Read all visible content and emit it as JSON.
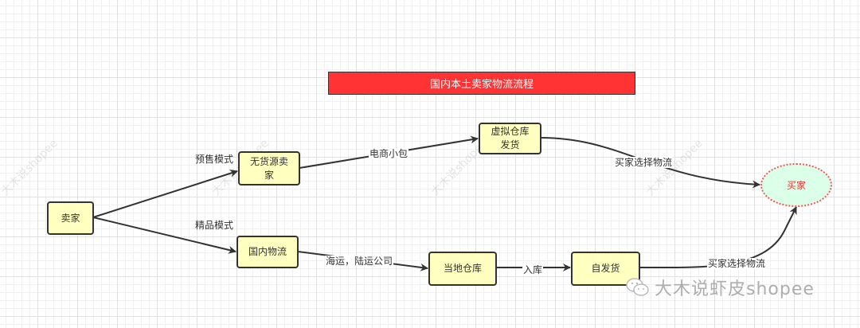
{
  "title": "国内本土卖家物流流程",
  "nodes": {
    "seller": "卖家",
    "dropship_seller": "无货源卖家",
    "domestic_logistics": "国内物流",
    "virtual_warehouse": "虚拟仓库发货",
    "local_warehouse": "当地仓库",
    "self_ship": "自发货",
    "buyer": "买家"
  },
  "edges": {
    "presale": "预售模式",
    "boutique": "精品模式",
    "ecommerce_parcel": "电商小包",
    "shipping_companies": "海运，陆运公司",
    "inbound": "入库",
    "buyer_choice_1": "买家选择物流",
    "buyer_choice_2": "买家选择物流"
  },
  "watermark": "大木说shopee",
  "brand": "大木说虾皮shopee",
  "colors": {
    "title_bg": "#ff3333",
    "node_fill": "#ffffc0",
    "buyer_fill": "#dcffea",
    "buyer_border": "#ff5555"
  }
}
